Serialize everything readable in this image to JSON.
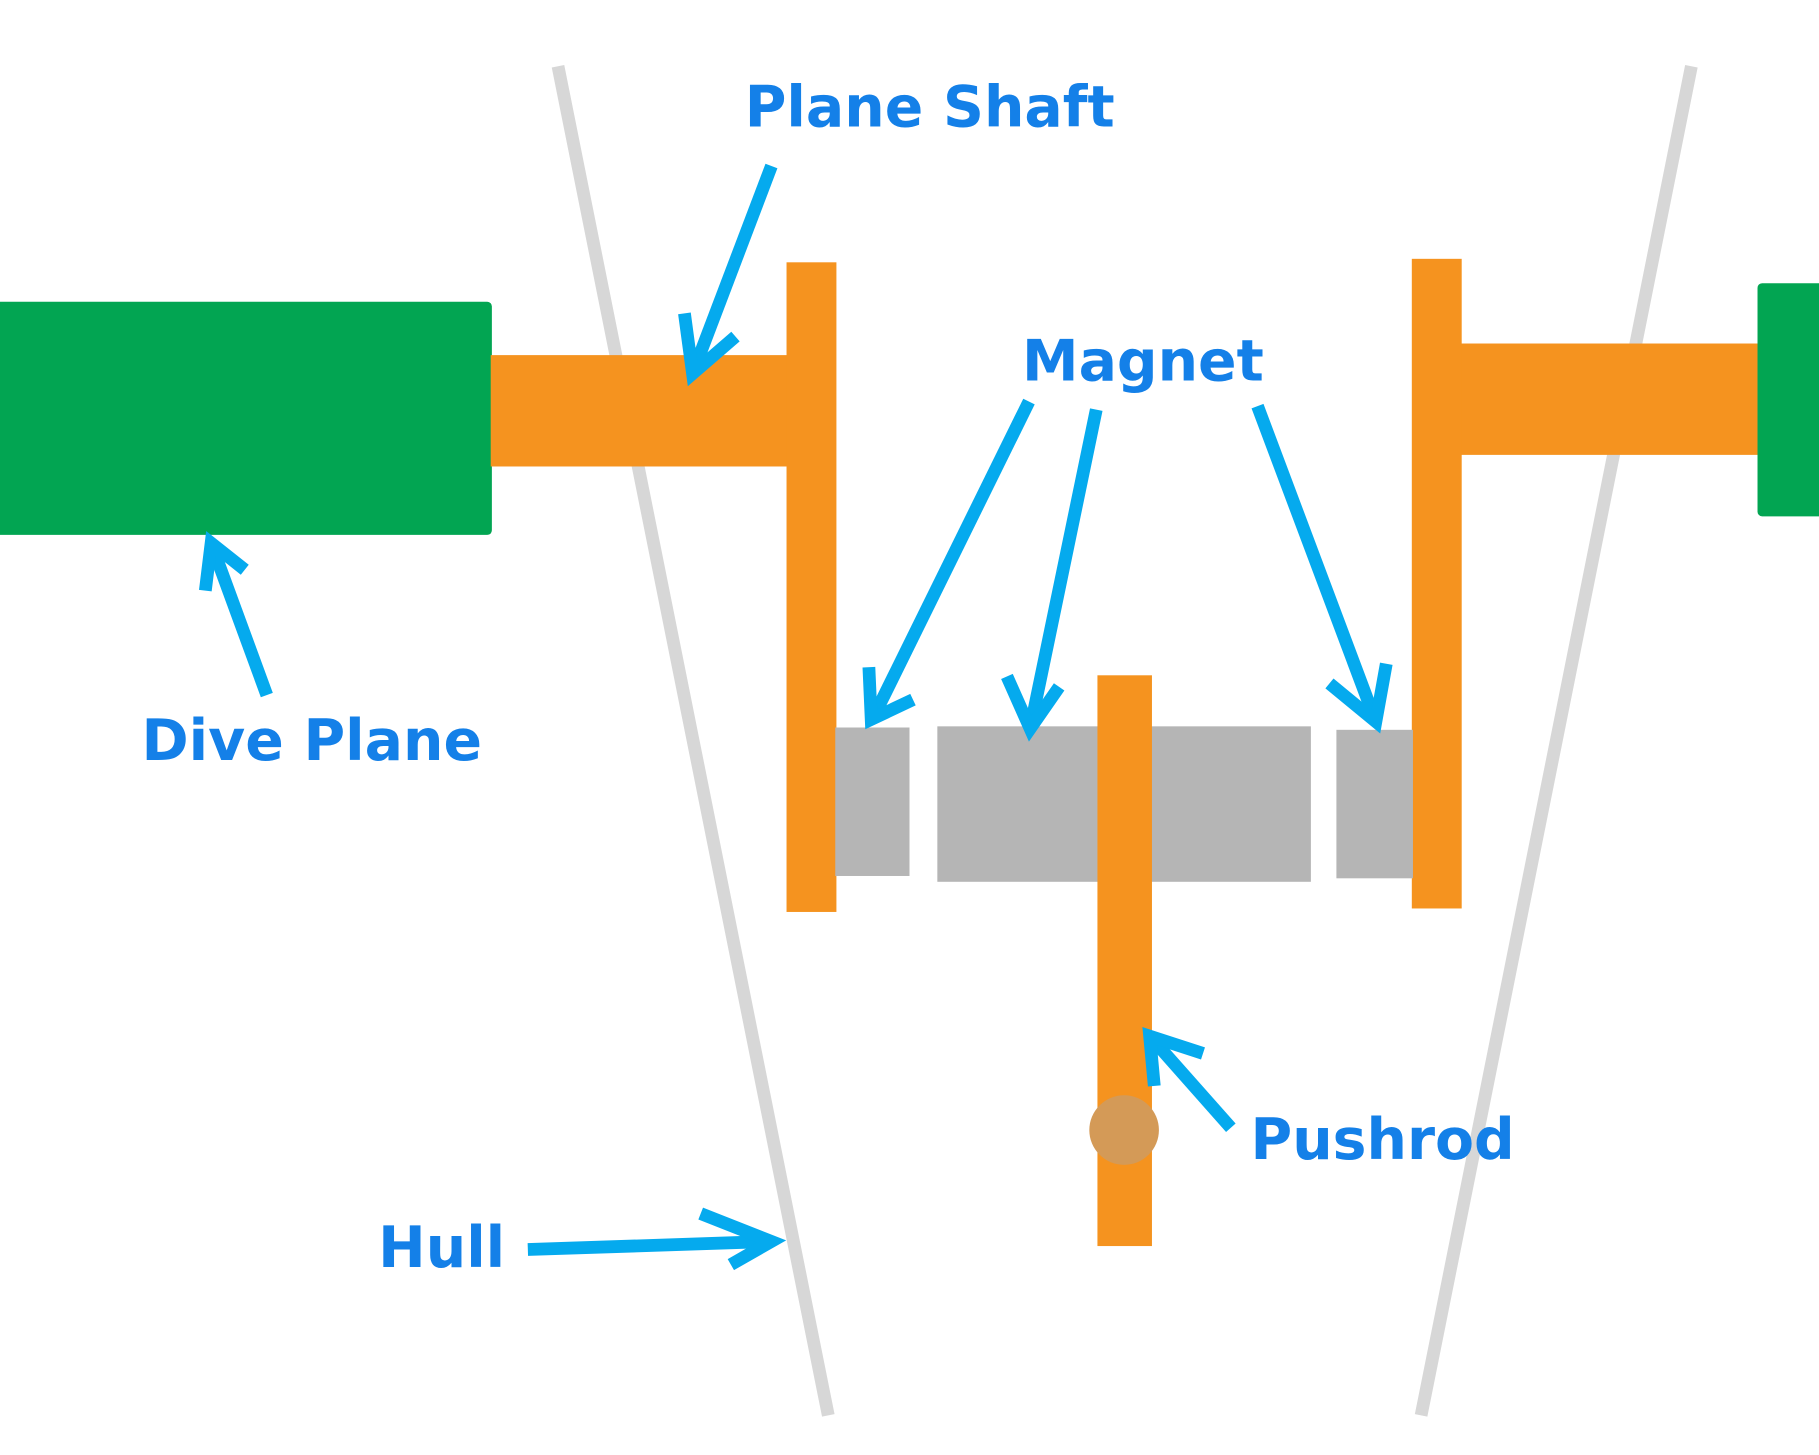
{
  "title": "Submarine dive plane magnetic coupling diagram",
  "colors": {
    "dive_plane": "#02a552",
    "shaft": "#f5931f",
    "magnet": "#b5b5b5",
    "hull": "#d7d7d7",
    "pivot": "#d49a57",
    "label_text": "#1480e8",
    "arrow": "#05aaee"
  },
  "labels": {
    "plane_shaft": "Plane Shaft",
    "magnet": "Magnet",
    "dive_plane": "Dive Plane",
    "pushrod": "Pushrod",
    "hull": "Hull"
  },
  "components": [
    {
      "name": "dive-plane-left",
      "label_ref": "dive_plane"
    },
    {
      "name": "dive-plane-right",
      "label_ref": "dive_plane"
    },
    {
      "name": "plane-shaft-left",
      "label_ref": "plane_shaft"
    },
    {
      "name": "plane-shaft-right",
      "label_ref": "plane_shaft"
    },
    {
      "name": "magnet-left",
      "label_ref": "magnet"
    },
    {
      "name": "magnet-center",
      "label_ref": "magnet"
    },
    {
      "name": "magnet-right",
      "label_ref": "magnet"
    },
    {
      "name": "pushrod",
      "label_ref": "pushrod"
    },
    {
      "name": "hull-left",
      "label_ref": "hull"
    },
    {
      "name": "hull-right",
      "label_ref": "hull"
    }
  ]
}
